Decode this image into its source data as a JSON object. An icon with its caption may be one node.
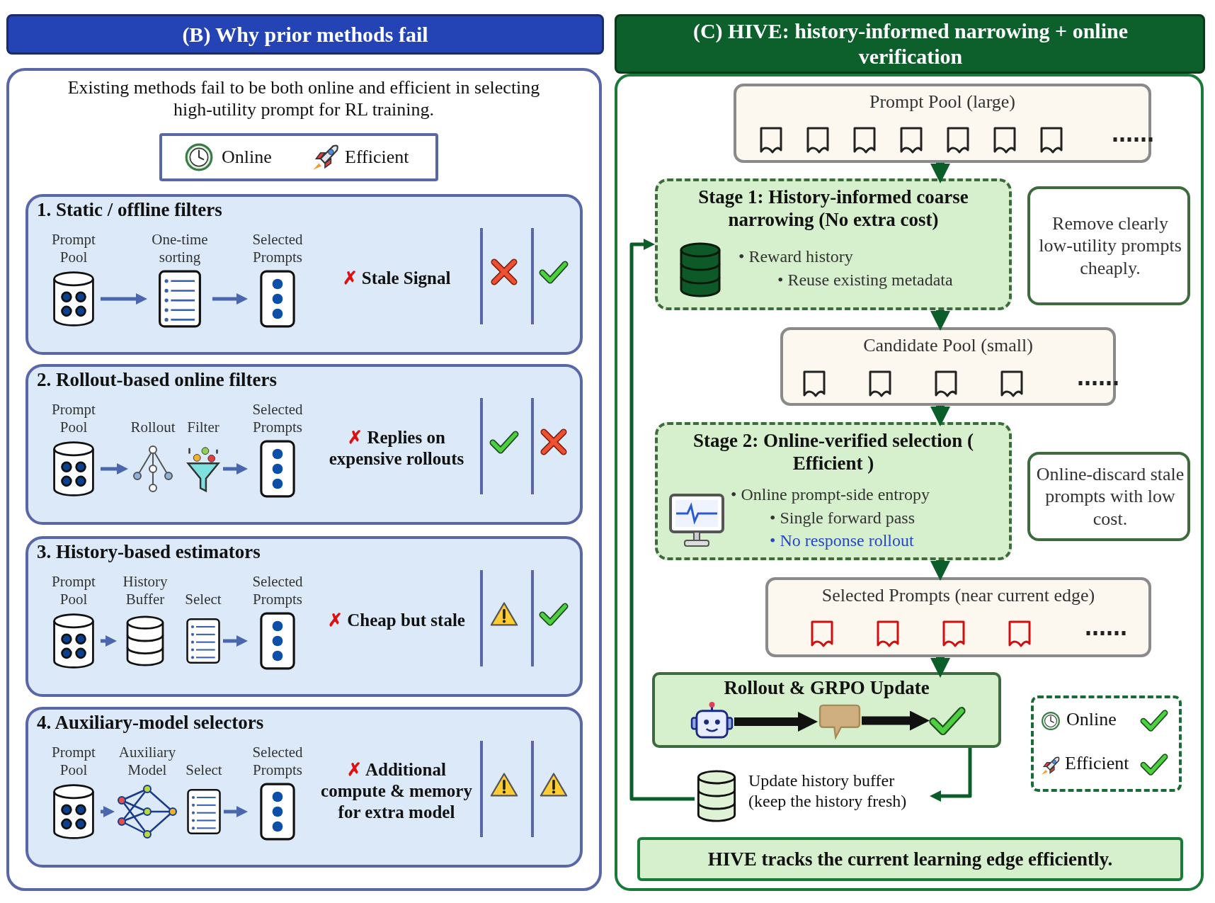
{
  "diagram": {
    "nodes": [
      {
        "text": [
          "(B) Why prior methods fail"
        ]
      },
      {
        "text": [
          "Existing methods fail to be both online and efficient in selecting high-utility prompt for RL training."
        ]
      },
      {
        "text": [
          "Online",
          "Efficient"
        ],
        "in": 1
      },
      {
        "text": [
          "1. Static / offline filters",
          "✗ Stale Signal"
        ],
        "in": 1
      },
      {
        "text": [
          "Prompt Pool"
        ],
        "in": 3
      },
      {
        "text": [
          "One-time sorting"
        ],
        "in": 3
      },
      {
        "text": [
          "Selected Prompts"
        ],
        "in": 3
      },
      {
        "text": [
          "2. Rollout-based online filters",
          "✗ Replies on expensive rollouts"
        ],
        "in": 1
      },
      {
        "text": [
          "Prompt Pool"
        ],
        "in": 7
      },
      {
        "text": [
          "Rollout"
        ],
        "in": 7
      },
      {
        "text": [
          "Filter"
        ],
        "in": 7
      },
      {
        "text": [
          "Selected Prompts"
        ],
        "in": 7
      },
      {
        "text": [
          "3. History-based estimators",
          "✗ Cheap but stale"
        ],
        "in": 1
      },
      {
        "text": [
          "Prompt Pool"
        ],
        "in": 12
      },
      {
        "text": [
          "History Buffer"
        ],
        "in": 12
      },
      {
        "text": [
          "Select"
        ],
        "in": 12
      },
      {
        "text": [
          "Selected Prompts"
        ],
        "in": 12
      },
      {
        "text": [
          "4. Auxiliary-model selectors",
          "✗ Additional compute & memory for extra model"
        ],
        "in": 1
      },
      {
        "text": [
          "Prompt Pool"
        ],
        "in": 17
      },
      {
        "text": [
          "Auxiliary Model"
        ],
        "in": 17
      },
      {
        "text": [
          "Select"
        ],
        "in": 17
      },
      {
        "text": [
          "Selected Prompts"
        ],
        "in": 17
      },
      {
        "text": [
          "(C) HIVE: history-informed narrowing + online verification"
        ]
      },
      {
        "text": [],
        "shape": "box"
      },
      {
        "text": [
          "Prompt Pool (large)"
        ],
        "in": 23
      },
      {
        "text": [
          "Stage 1: History-informed coarse narrowing (No extra cost)",
          "• Reward history",
          "• Reuse existing metadata"
        ],
        "in": 23
      },
      {
        "text": [
          "Remove clearly low-utility prompts cheaply."
        ],
        "in": 23
      },
      {
        "text": [
          "Candidate Pool (small)"
        ],
        "in": 23
      },
      {
        "text": [
          "Stage 2: Online-verified selection ( Efficient )",
          "• Online prompt-side entropy",
          "• Single forward pass",
          "• No response rollout"
        ],
        "in": 23
      },
      {
        "text": [
          "Online-discard stale prompts with low cost."
        ],
        "in": 23
      },
      {
        "text": [
          "Selected Prompts (near current edge)"
        ],
        "in": 23
      },
      {
        "text": [
          "Rollout & GRPO Update"
        ],
        "in": 23
      },
      {
        "text": [],
        "shape": "robot",
        "in": 31
      },
      {
        "text": [],
        "shape": "bubble",
        "in": 31
      },
      {
        "text": [],
        "shape": "checkmark",
        "in": 31
      },
      {
        "text": [
          "Online",
          "Efficient"
        ],
        "in": 23
      },
      {
        "text": [
          "Update history buffer (keep the history fresh)"
        ],
        "in": 23
      },
      {
        "text": [
          "HIVE tracks the current learning edge efficiently."
        ],
        "in": 23
      }
    ],
    "edges": [
      {
        "from": 4,
        "to": 5,
        "arrow": "to",
        "color": "#4a66ac"
      },
      {
        "from": 5,
        "to": 6,
        "arrow": "to",
        "color": "#4a66ac"
      },
      {
        "from": 8,
        "to": 9,
        "arrow": "to",
        "color": "#4a66ac"
      },
      {
        "from": 10,
        "to": 11,
        "arrow": "to",
        "color": "#4a66ac"
      },
      {
        "from": 13,
        "to": 14,
        "arrow": "to",
        "color": "#4a66ac"
      },
      {
        "from": 15,
        "to": 16,
        "arrow": "to",
        "color": "#4a66ac"
      },
      {
        "from": 18,
        "to": 19,
        "arrow": "to",
        "color": "#4a66ac"
      },
      {
        "from": 20,
        "to": 21,
        "arrow": "to",
        "color": "#4a66ac"
      },
      {
        "from": 24,
        "to": 25,
        "arrow": "to",
        "style": "thick",
        "color": "#0b5e2a"
      },
      {
        "from": 25,
        "to": 27,
        "arrow": "to",
        "style": "thick",
        "color": "#0b5e2a"
      },
      {
        "from": 27,
        "to": 28,
        "arrow": "to",
        "style": "thick",
        "color": "#0b5e2a"
      },
      {
        "from": 28,
        "to": 30,
        "arrow": "to",
        "style": "thick",
        "color": "#0b5e2a"
      },
      {
        "from": 30,
        "to": 31,
        "arrow": "to",
        "style": "thick",
        "color": "#0b5e2a"
      },
      {
        "from": 32,
        "to": 33,
        "arrow": "to",
        "style": "thick",
        "color": "#111111"
      },
      {
        "from": 33,
        "to": 34,
        "arrow": "to",
        "style": "thick",
        "color": "#111111"
      },
      {
        "from": 31,
        "to": 36,
        "arrow": "to",
        "color": "#0b5e2a"
      },
      {
        "from": 36,
        "to": 25,
        "arrow": "to",
        "color": "#0b5e2a"
      }
    ]
  }
}
